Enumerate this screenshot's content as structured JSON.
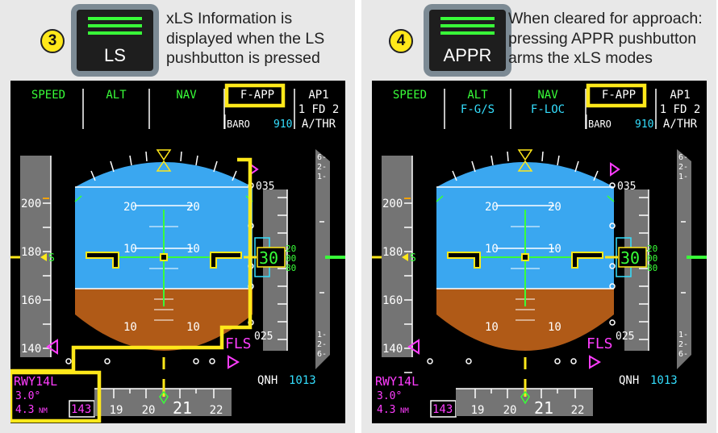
{
  "panels": [
    {
      "step": "3",
      "pushbutton_label": "LS",
      "caption_lines": [
        "xLS Information is",
        "displayed when the LS",
        "pushbutton is pressed"
      ],
      "highlight_source": true,
      "fma": {
        "col1": {
          "top": "SPEED",
          "bottom": ""
        },
        "col2": {
          "top": "ALT",
          "bottom": ""
        },
        "col3": {
          "top": "NAV",
          "bottom": ""
        },
        "col4": {
          "top": "F-APP",
          "baro": "BARO",
          "baro_value": "910"
        },
        "col5": {
          "line1": "AP1",
          "line2": "1 FD 2",
          "line3": "A/THR"
        }
      }
    },
    {
      "step": "4",
      "pushbutton_label": "APPR",
      "caption_lines": [
        "When cleared for approach:",
        "pressing APPR pushbutton",
        "arms the xLS modes"
      ],
      "highlight_source": false,
      "fma": {
        "col1": {
          "top": "SPEED",
          "bottom": ""
        },
        "col2": {
          "top": "ALT",
          "bottom": "F-G/S"
        },
        "col3": {
          "top": "NAV",
          "bottom": "F-LOC"
        },
        "col4": {
          "top": "F-APP",
          "baro": "BARO",
          "baro_value": "910"
        },
        "col5": {
          "line1": "AP1",
          "line2": "1 FD 2",
          "line3": "A/THR"
        }
      }
    }
  ],
  "pfd": {
    "speed_ticks": [
      "200",
      "180",
      "160",
      "140"
    ],
    "speed_marker": "S",
    "pitch_labels": [
      "20",
      "10",
      "10"
    ],
    "alt_ticks": [
      "035",
      "025"
    ],
    "alt_readout_main": "30",
    "alt_readout_digits": [
      "20",
      "00",
      "80"
    ],
    "vs_marks_top": [
      "6",
      "2",
      "1"
    ],
    "vs_marks_bottom": [
      "1",
      "2",
      "6"
    ],
    "fls_label": "FLS",
    "qnh_label": "QNH",
    "qnh_value": "1013",
    "runway": "RWY14L",
    "slope": "3.0°",
    "distance": "4.3",
    "distance_unit": "NM",
    "course": "143",
    "heading_labels": [
      "19",
      "20",
      "21",
      "22"
    ],
    "colors": {
      "sky": "#3aa7f0",
      "ground": "#b05a17",
      "green": "#39ff39",
      "magenta": "#ff3dff",
      "cyan": "#34dfff",
      "yellow": "#ffe81a",
      "amber": "#f2a20a"
    }
  }
}
